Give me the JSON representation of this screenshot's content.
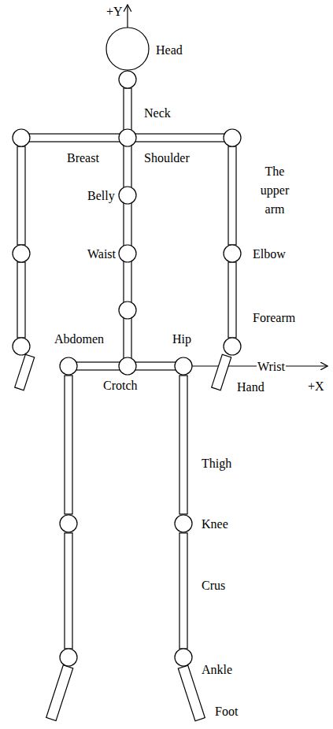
{
  "diagram": {
    "labels": [
      "+Y",
      "Head",
      "Neck",
      "Breast",
      "Shoulder",
      "The upper arm",
      "Belly",
      "Elbow",
      "Waist",
      "Forearm",
      "Abdomen",
      "Hip",
      "Wrist",
      "+X",
      "Crotch",
      "Hand",
      "Thigh",
      "Knee",
      "Crus",
      "Ankle",
      "Foot"
    ]
  }
}
